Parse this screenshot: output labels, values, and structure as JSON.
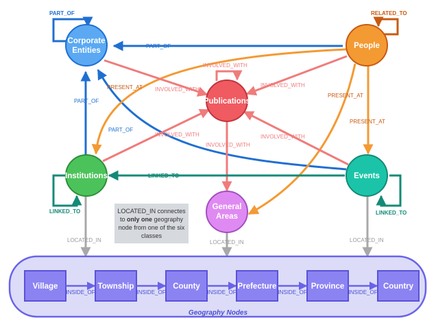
{
  "nodes": {
    "corporate": {
      "label_line1": "Corporate",
      "label_line2": "Entities",
      "color": "#5aa9f2"
    },
    "people": {
      "label": "People",
      "color": "#f39a33"
    },
    "publications": {
      "label": "Publications",
      "color": "#f05a61"
    },
    "institutions": {
      "label": "Institutions",
      "color": "#4cc35a"
    },
    "events": {
      "label": "Events",
      "color": "#1bc4a8"
    },
    "general_areas": {
      "label_line1": "General",
      "label_line2": "Areas",
      "color": "#df8af2"
    }
  },
  "edges": {
    "part_of_self": "PART_OF",
    "related_to_self": "RELATED_TO",
    "part_of_people_corporate": "PART_OF",
    "involved_with_self": "INVOLVED_WITH",
    "present_at_people_institutions": "PRESENT_AT",
    "involved_with_corporate_pub": "INVOLVED_WITH",
    "involved_with_people_pub": "INVOLVED_WITH",
    "part_of_inst_corporate": "PART_OF",
    "present_at_people_general": "PRESENT_AT",
    "present_at_people_events": "PRESENT_AT",
    "part_of_events_corporate": "PART_OF",
    "involved_with_inst_pub": "INVOLVED_WITH",
    "involved_with_pub_general": "INVOLVED_WITH",
    "involved_with_events_pub": "INVOLVED_WITH",
    "linked_to_events_inst": "LINKED_TO",
    "linked_to_self_inst": "LINKED_TO",
    "linked_to_self_events": "LINKED_TO",
    "located_in_inst": "LOCATED_IN",
    "located_in_general": "LOCATED_IN",
    "located_in_events": "LOCATED_IN"
  },
  "note": {
    "line1": "LOCATED_IN connectes",
    "line2_pre": "to ",
    "line2_bold": "only one",
    "line2_post": " geography",
    "line3": "node from one of the six",
    "line4": "classes"
  },
  "geography": {
    "title": "Geography Nodes",
    "boxes": [
      "Village",
      "Township",
      "County",
      "Prefecture",
      "Province",
      "Country"
    ],
    "inside_of": [
      "INSIDE_OF",
      "INSIDE_OF",
      "INSIDE_OF",
      "INSIDE_OF",
      "INSIDE_OF"
    ]
  },
  "colors": {
    "blue_edge": "#1f6fd1",
    "orange_edge": "#f39a33",
    "red_edge": "#f07b7b",
    "teal_edge": "#138a78",
    "gray_edge": "#a8a8a8",
    "geo_box": "#8c83f3",
    "geo_panel": "#dcdcf8"
  }
}
